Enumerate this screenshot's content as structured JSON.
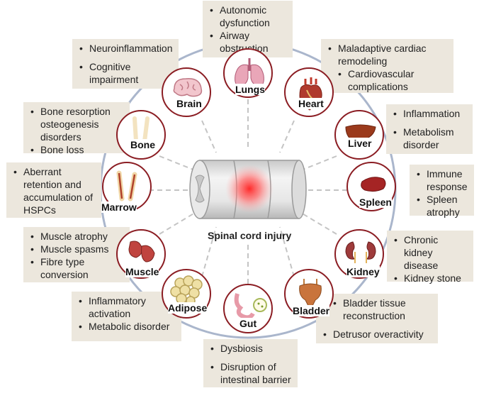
{
  "center": {
    "label": "Spinal cord injury"
  },
  "organs": {
    "lungs": {
      "label": "Lungs"
    },
    "heart": {
      "label": "Heart"
    },
    "liver": {
      "label": "Liver"
    },
    "spleen": {
      "label": "Spleen"
    },
    "kidney": {
      "label": "Kidney"
    },
    "bladder": {
      "label": "Bladder"
    },
    "gut": {
      "label": "Gut"
    },
    "adipose": {
      "label": "Adipose"
    },
    "muscle": {
      "label": "Muscle"
    },
    "marrow": {
      "label": "Marrow"
    },
    "bone": {
      "label": "Bone"
    },
    "brain": {
      "label": "Brain"
    }
  },
  "effects": {
    "lungs": [
      "Autonomic dysfunction",
      "Airway obstruction"
    ],
    "heart": [
      "Maladaptive cardiac remodeling",
      "Cardiovascular complications"
    ],
    "liver": [
      "Inflammation",
      "Metabolism disorder"
    ],
    "spleen": [
      "Immune response",
      "Spleen atrophy"
    ],
    "kidney": [
      "Chronic kidney disease",
      "Kidney stone"
    ],
    "bladder": [
      "Bladder tissue reconstruction",
      "Detrusor overactivity"
    ],
    "gut": [
      "Dysbiosis",
      "Disruption of intestinal barrier"
    ],
    "adipose": [
      "Inflammatory activation",
      "Metabolic disorder"
    ],
    "muscle": [
      "Muscle atrophy",
      "Muscle spasms",
      "Fibre type conversion"
    ],
    "marrow": [
      "Aberrant retention and accumulation of HSPCs"
    ],
    "bone": [
      "Bone resorption osteogenesis disorders",
      "Bone loss"
    ],
    "brain": [
      "Neuroinflammation",
      "Cognitive impairment"
    ]
  }
}
